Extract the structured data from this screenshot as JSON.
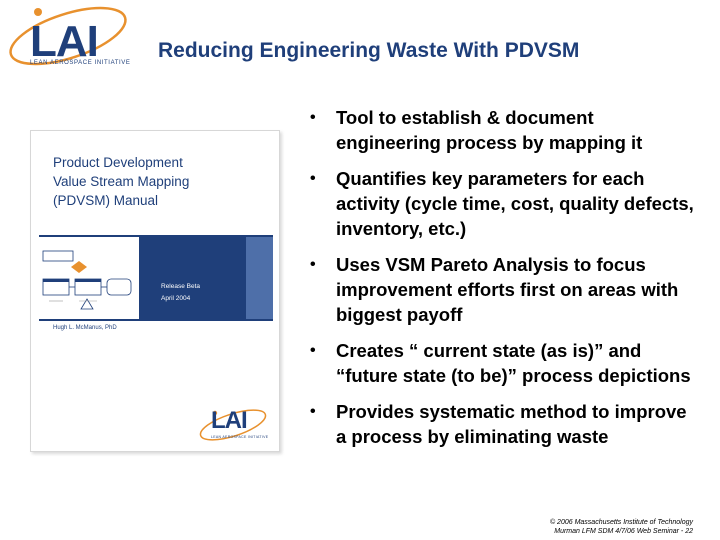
{
  "logo": {
    "text": "LAI",
    "subtitle": "LEAN AEROSPACE INITIATIVE"
  },
  "slide": {
    "title": "Reducing Engineering Waste With PDVSM"
  },
  "bullets": [
    "Tool to establish & document engineering process by mapping it",
    "Quantifies key parameters for each activity  (cycle time, cost, quality defects, inventory, etc.)",
    "Uses VSM Pareto Analysis to focus improvement efforts first on areas with biggest payoff",
    "Creates “ current state (as is)” and “future state (to be)” process depictions",
    "Provides systematic method to improve a process by eliminating waste"
  ],
  "book": {
    "title_lines": [
      "Product Development",
      "Value Stream Mapping",
      "(PDVSM) Manual"
    ],
    "release": "Release Beta",
    "date": "April 2004",
    "author": "Hugh L. McManus, PhD",
    "logo_text": "LAI",
    "logo_subtitle": "LEAN AEROSPACE INITIATIVE"
  },
  "footer": {
    "line1": "© 2006 Massachusetts Institute of Technology",
    "line2": "Murman LFM SDM 4/7/06 Web Seminar - 22"
  },
  "colors": {
    "brand": "#1f3f7a",
    "accent_orange": "#e8912e"
  }
}
